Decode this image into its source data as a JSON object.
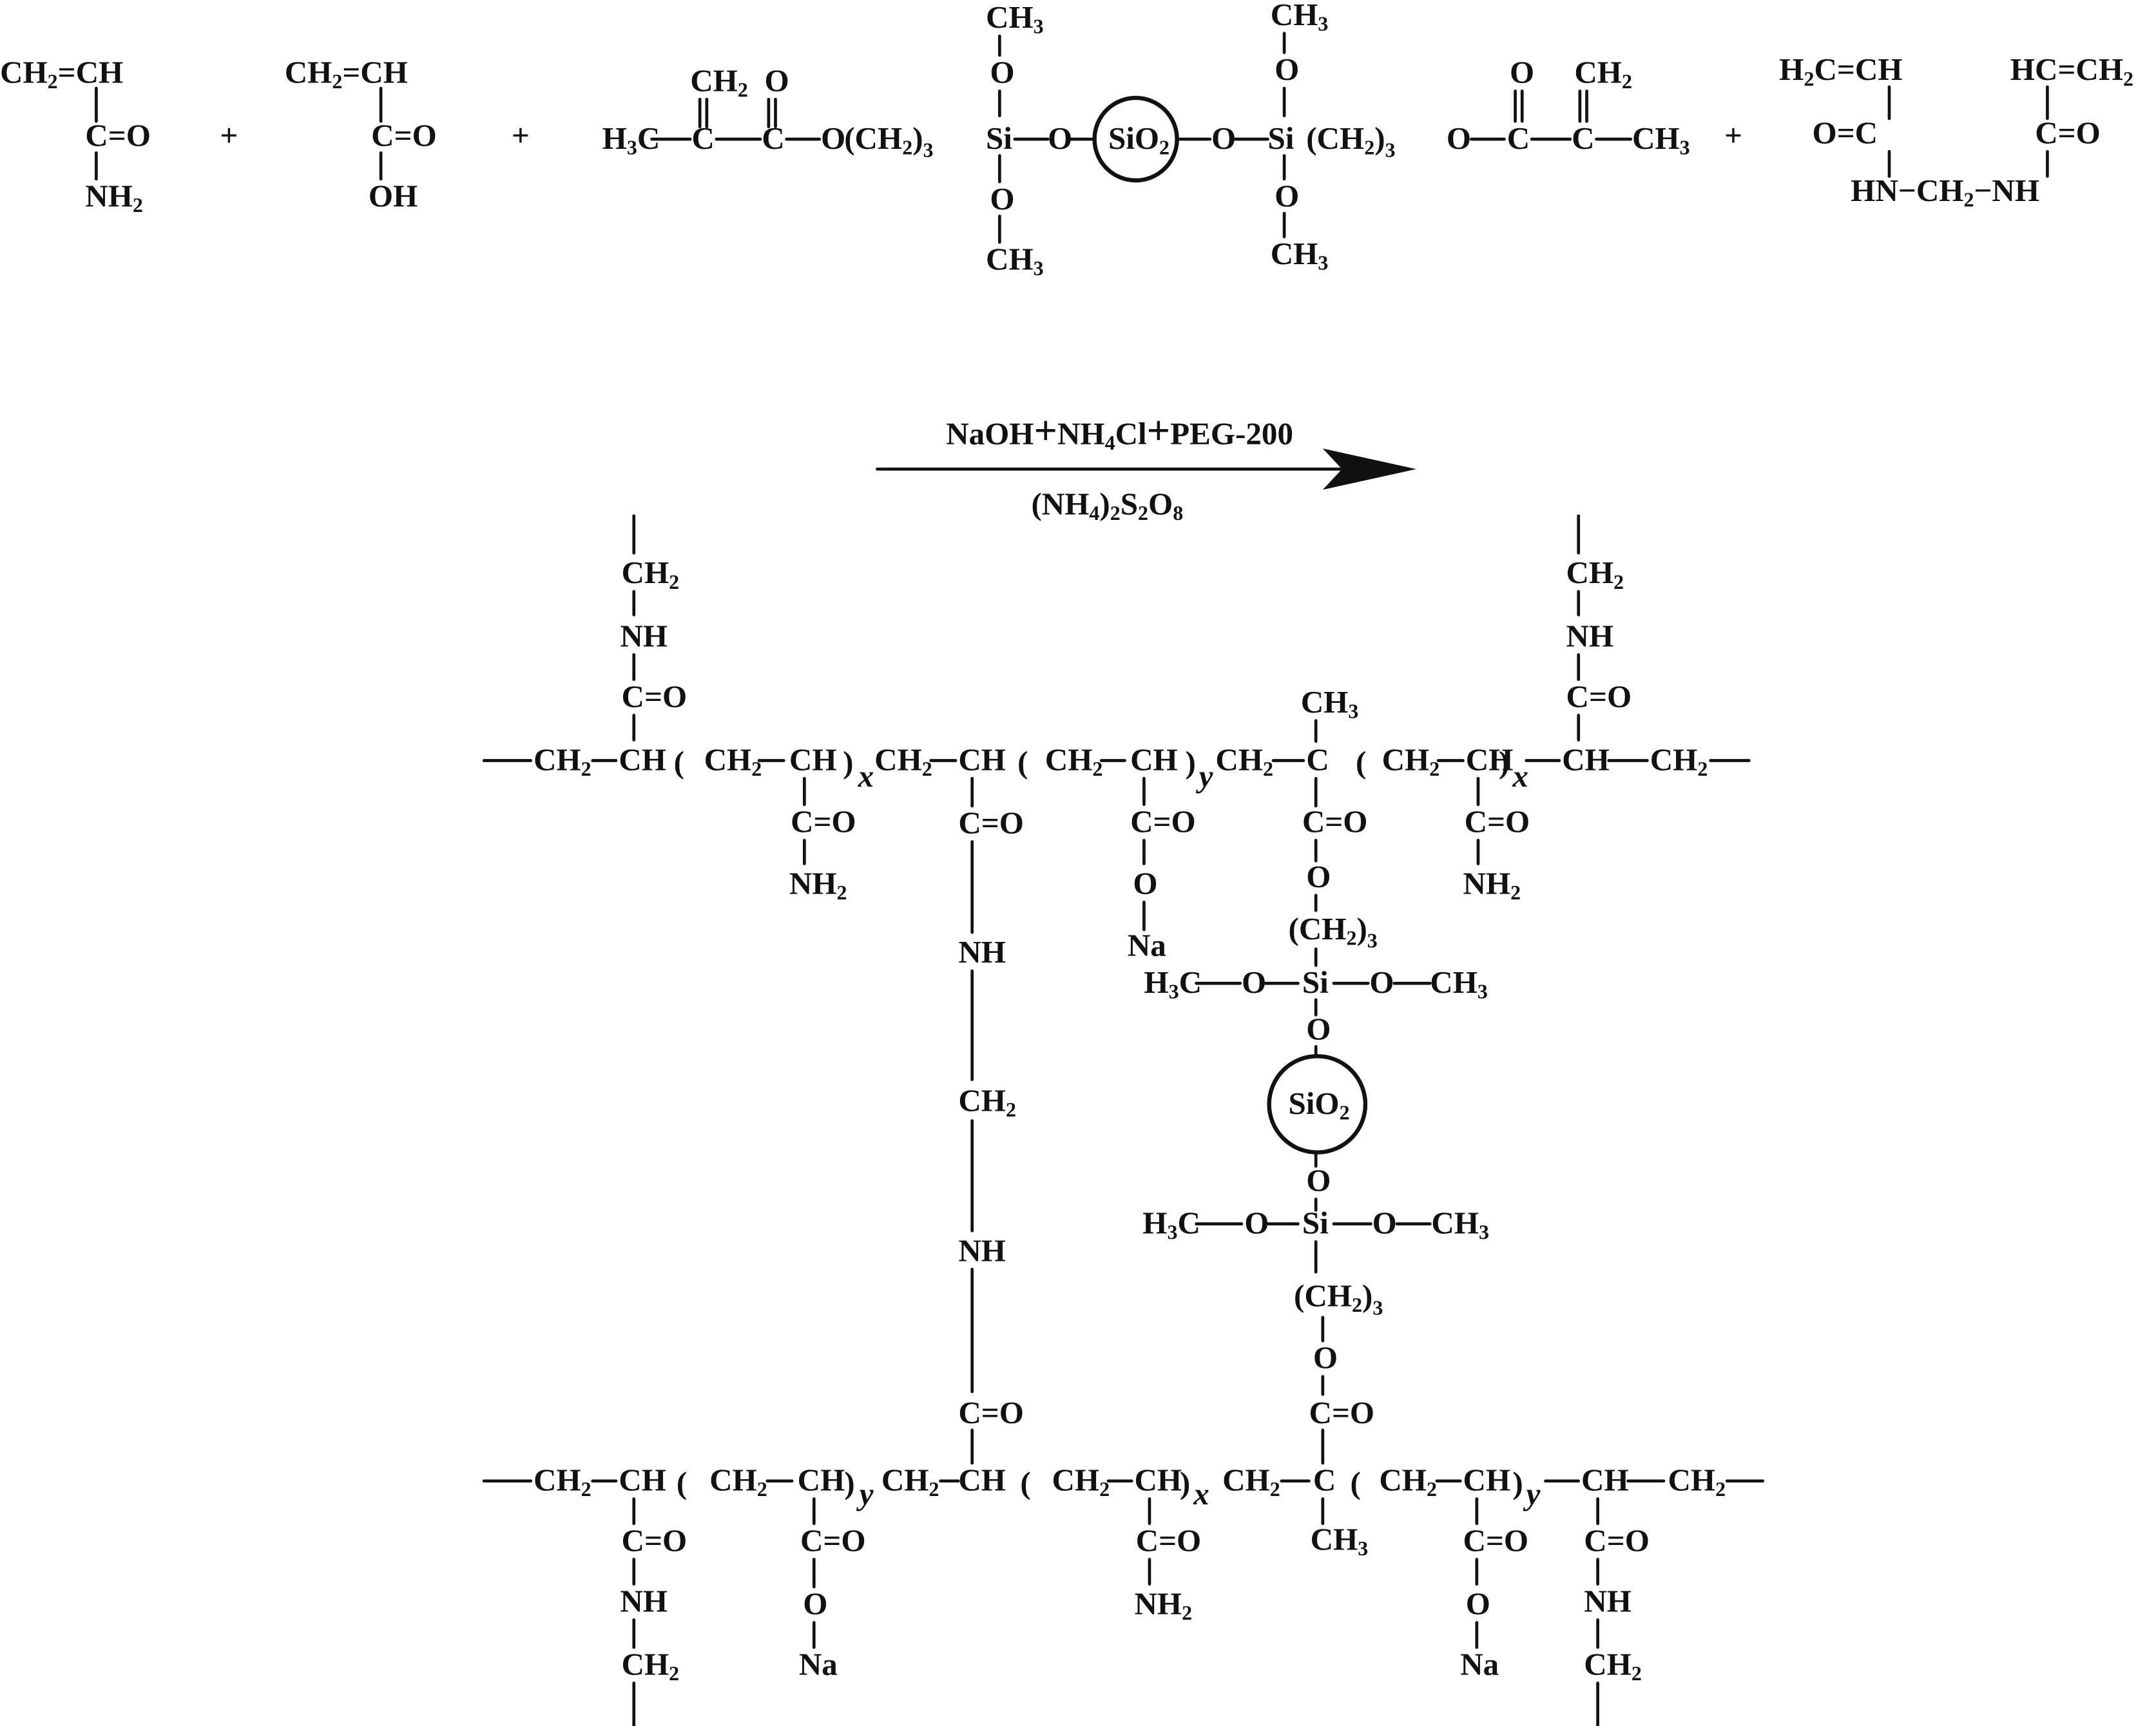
{
  "reactants": [
    {
      "vinyl": "CH2=CH",
      "carbonyl": "C=O",
      "group": "NH2"
    },
    {
      "vinyl": "CH2=CH",
      "carbonyl": "C=O",
      "group": "OH"
    },
    {
      "ch2": "CH2",
      "o": "O",
      "h3c": "H3C",
      "si": "Si",
      "core": "SiO2",
      "och3": "OCH3",
      "ch3": "CH3",
      "ch2_3": "(CH2)3"
    },
    {
      "h2c_ch": "H2C=CH",
      "hc_ch2": "HC=CH2",
      "co": "C=O",
      "oc": "O=C",
      "bridge": "HN-CH2-NH"
    }
  ],
  "plus": "+",
  "arrow": {
    "above": "NaOH + NH4Cl + PEG-200",
    "below": "(NH4)2S2O8"
  },
  "product": {
    "repeat_units": [
      "x",
      "y"
    ],
    "groups": [
      "CH2",
      "NH",
      "C=O",
      "NH2",
      "O",
      "Na",
      "CH",
      "C",
      "CH3",
      "(CH2)3",
      "Si",
      "H3C",
      "SiO2"
    ]
  }
}
